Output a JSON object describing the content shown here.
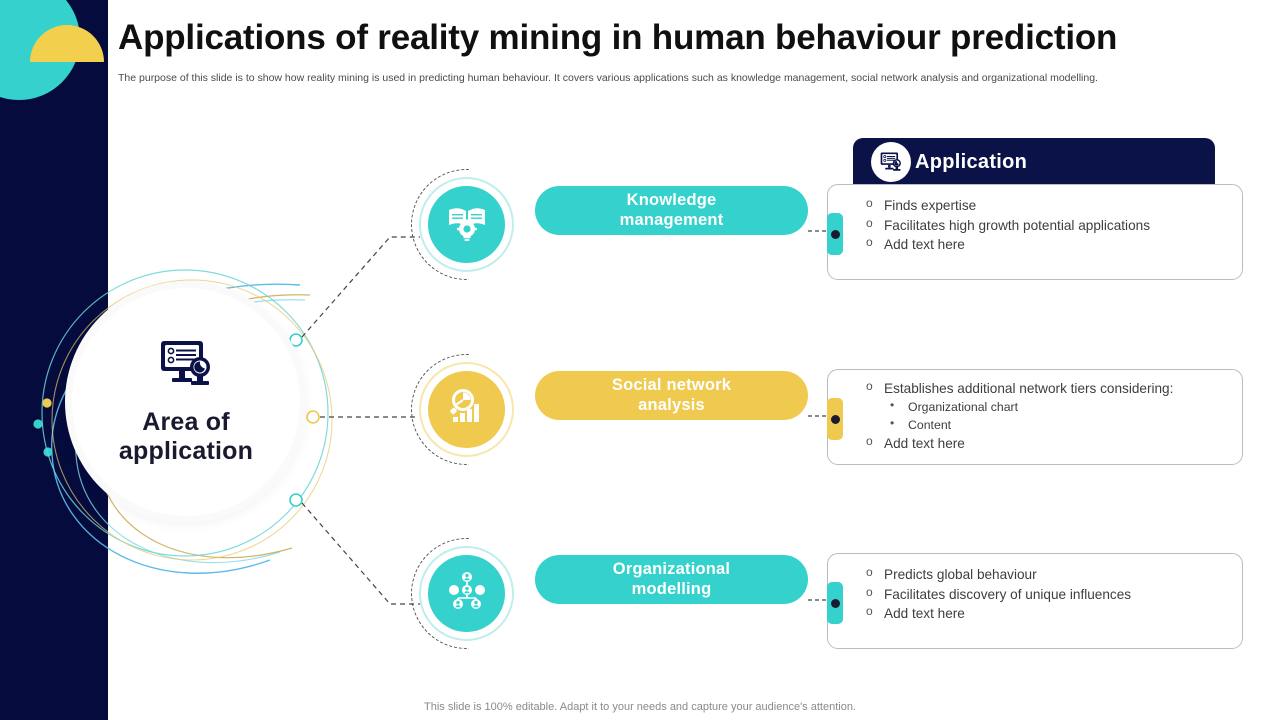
{
  "header": {
    "title": "Applications of reality mining in human behaviour prediction",
    "subtitle": "The purpose of this slide is to show how reality mining is used in predicting human behaviour. It covers various applications such as knowledge management, social network analysis and organizational modelling."
  },
  "hub": {
    "label_line1": "Area of",
    "label_line2": "application",
    "icon": "monitor-analytics-icon"
  },
  "banner": {
    "label": "Application",
    "icon": "monitor-analytics-icon"
  },
  "rows": [
    {
      "icon": "book-lightbulb-icon",
      "pill_line1": "Knowledge",
      "pill_line2": "management",
      "color": "#35D1CC",
      "ring_color": "#bfeeec",
      "bullets": [
        {
          "level": 1,
          "text": "Finds expertise"
        },
        {
          "level": 1,
          "text": "Facilitates high growth potential applications"
        },
        {
          "level": 1,
          "text": "Add text here"
        }
      ]
    },
    {
      "icon": "magnifier-bar-chart-icon",
      "pill_line1": "Social network",
      "pill_line2": "analysis",
      "color": "#EFCA4F",
      "ring_color": "#f7e7ad",
      "bullets": [
        {
          "level": 1,
          "text": "Establishes additional network tiers considering:"
        },
        {
          "level": 2,
          "text": "Organizational chart"
        },
        {
          "level": 2,
          "text": "Content"
        },
        {
          "level": 1,
          "text": "Add text here"
        }
      ]
    },
    {
      "icon": "org-chart-icon",
      "pill_line1": "Organizational",
      "pill_line2": "modelling",
      "color": "#35D1CC",
      "ring_color": "#bfeeec",
      "bullets": [
        {
          "level": 1,
          "text": "Predicts global behaviour"
        },
        {
          "level": 1,
          "text": "Facilitates discovery of unique influences"
        },
        {
          "level": 1,
          "text": "Add text here"
        }
      ]
    }
  ],
  "footer": {
    "note": "This slide is 100% editable. Adapt it to your needs and capture your audience's attention."
  },
  "colors": {
    "navy": "#050B3C",
    "banner_navy": "#0B1248",
    "teal": "#35D1CC",
    "yellow": "#EFCA4F",
    "deco_yellow": "#F2D04E"
  }
}
